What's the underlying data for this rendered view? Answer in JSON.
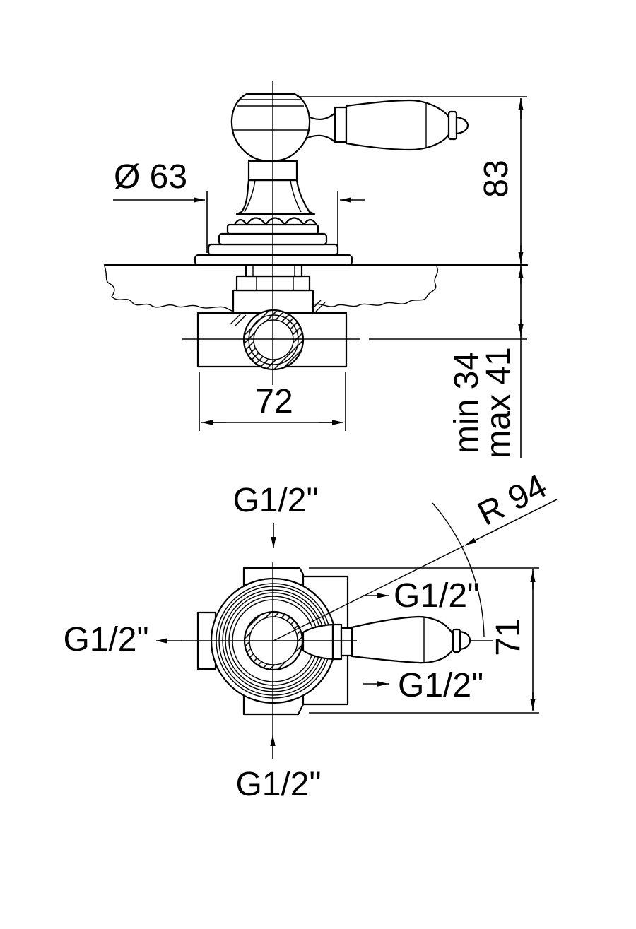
{
  "colors": {
    "background": "#ffffff",
    "line": "#000000"
  },
  "side_view": {
    "label_diameter": "Ø 63",
    "label_height": "83",
    "label_width": "72",
    "label_depth_min": "min 34",
    "label_depth_max": "max 41"
  },
  "front_view": {
    "label_radius": "R 94",
    "label_height": "71",
    "label_port_top": "G1/2\"",
    "label_port_left": "G1/2\"",
    "label_port_bottom": "G1/2\"",
    "label_port_right_upper": "G1/2\"",
    "label_port_right_lower": "G1/2\""
  }
}
